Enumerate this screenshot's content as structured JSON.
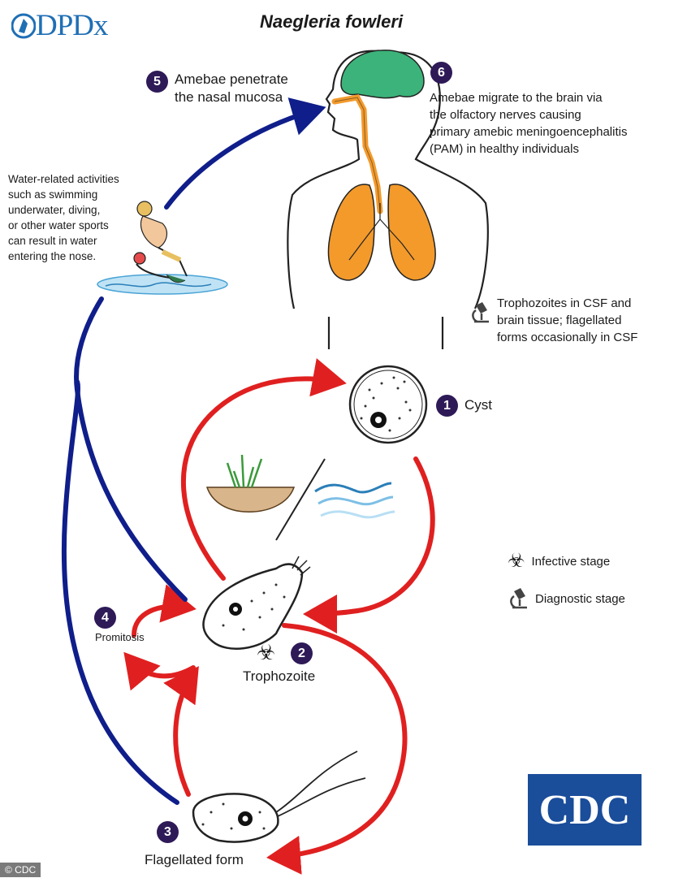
{
  "logo": {
    "text": "DPDx"
  },
  "title": "Naegleria fowleri",
  "steps": [
    {
      "num": "1",
      "label": "Cyst"
    },
    {
      "num": "2",
      "label": "Trophozoite"
    },
    {
      "num": "3",
      "label": "Flagellated form"
    },
    {
      "num": "4",
      "label": "Promitosis"
    },
    {
      "num": "5",
      "label_lines": [
        "Amebae penetrate",
        "the nasal mucosa"
      ]
    },
    {
      "num": "6",
      "label_lines": [
        "Amebae migrate to the brain via",
        "the olfactory nerves causing",
        "primary amebic meningoencephalitis",
        "(PAM) in healthy individuals"
      ]
    }
  ],
  "water_text_lines": [
    "Water-related activities",
    "such as swimming",
    "underwater, diving,",
    "or other water sports",
    "can result in water",
    "entering the nose."
  ],
  "diagnostic_note_lines": [
    "Trophozoites in CSF and",
    "brain tissue; flagellated",
    "forms occasionally in CSF"
  ],
  "legend": {
    "infective": "Infective stage",
    "diagnostic": "Diagnostic stage"
  },
  "copyright": "© CDC",
  "cdc_logo": "CDC",
  "colors": {
    "red_arrow": "#e02020",
    "blue_arrow": "#0f1e8a",
    "step_circle": "#2e1a57",
    "brain": "#3cb37a",
    "lungs": "#f39a2b",
    "logo_blue": "#1f6fb5",
    "cdc_blue": "#1a4d9a"
  }
}
